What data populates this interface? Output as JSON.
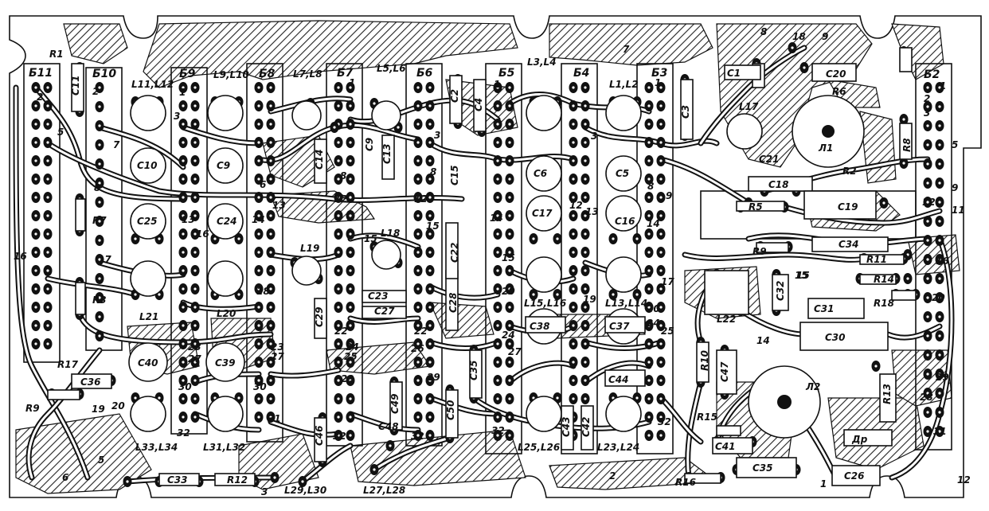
{
  "board": {
    "module_labels": [
      "Б11",
      "Б10",
      "Б9",
      "Б8",
      "Б7",
      "Б6",
      "Б5",
      "Б4",
      "Б3",
      "Б2"
    ],
    "coil_labels": [
      "L11,L12",
      "L9,L10",
      "L7,L8",
      "L5,L6",
      "L3,L4",
      "L1,L2",
      "L17",
      "L19",
      "L18",
      "L15,L16",
      "L13,L14",
      "L21",
      "L20",
      "L22",
      "L33,L34",
      "L31,L32",
      "L29,L30",
      "L27,L28",
      "L25,L26",
      "L23,L24"
    ],
    "capacitor_labels": [
      "C11",
      "C10",
      "C9",
      "C14",
      "C13",
      "C9",
      "C2",
      "C4",
      "C15",
      "C6",
      "C5",
      "C3",
      "C1",
      "C20",
      "C21",
      "C18",
      "C19",
      "C34",
      "C25",
      "C24",
      "C17",
      "C16",
      "C22",
      "C23",
      "C27",
      "C29",
      "C28",
      "C32",
      "C31",
      "C30",
      "C38",
      "C37",
      "C40",
      "C39",
      "C36",
      "C33",
      "C46",
      "C48",
      "C49",
      "C50",
      "C35",
      "C44",
      "C43",
      "C42",
      "C47",
      "C41",
      "C35",
      "C26"
    ],
    "resistor_labels": [
      "R1",
      "R7",
      "R3",
      "R17",
      "R9",
      "R12",
      "R6",
      "R8",
      "R2",
      "R5",
      "R9",
      "R11",
      "R14",
      "R18",
      "R10",
      "R15",
      "R16",
      "R13"
    ],
    "tube_labels": [
      "Л1",
      "Л2"
    ],
    "choke_label": "Др",
    "pin_numbers": [
      "1",
      "2",
      "3",
      "4",
      "5",
      "6",
      "7",
      "8",
      "9",
      "11",
      "12",
      "13",
      "14",
      "15",
      "16",
      "17",
      "18",
      "19",
      "20",
      "22",
      "23",
      "24",
      "25",
      "26",
      "27",
      "28",
      "29",
      "30",
      "31",
      "32"
    ]
  }
}
